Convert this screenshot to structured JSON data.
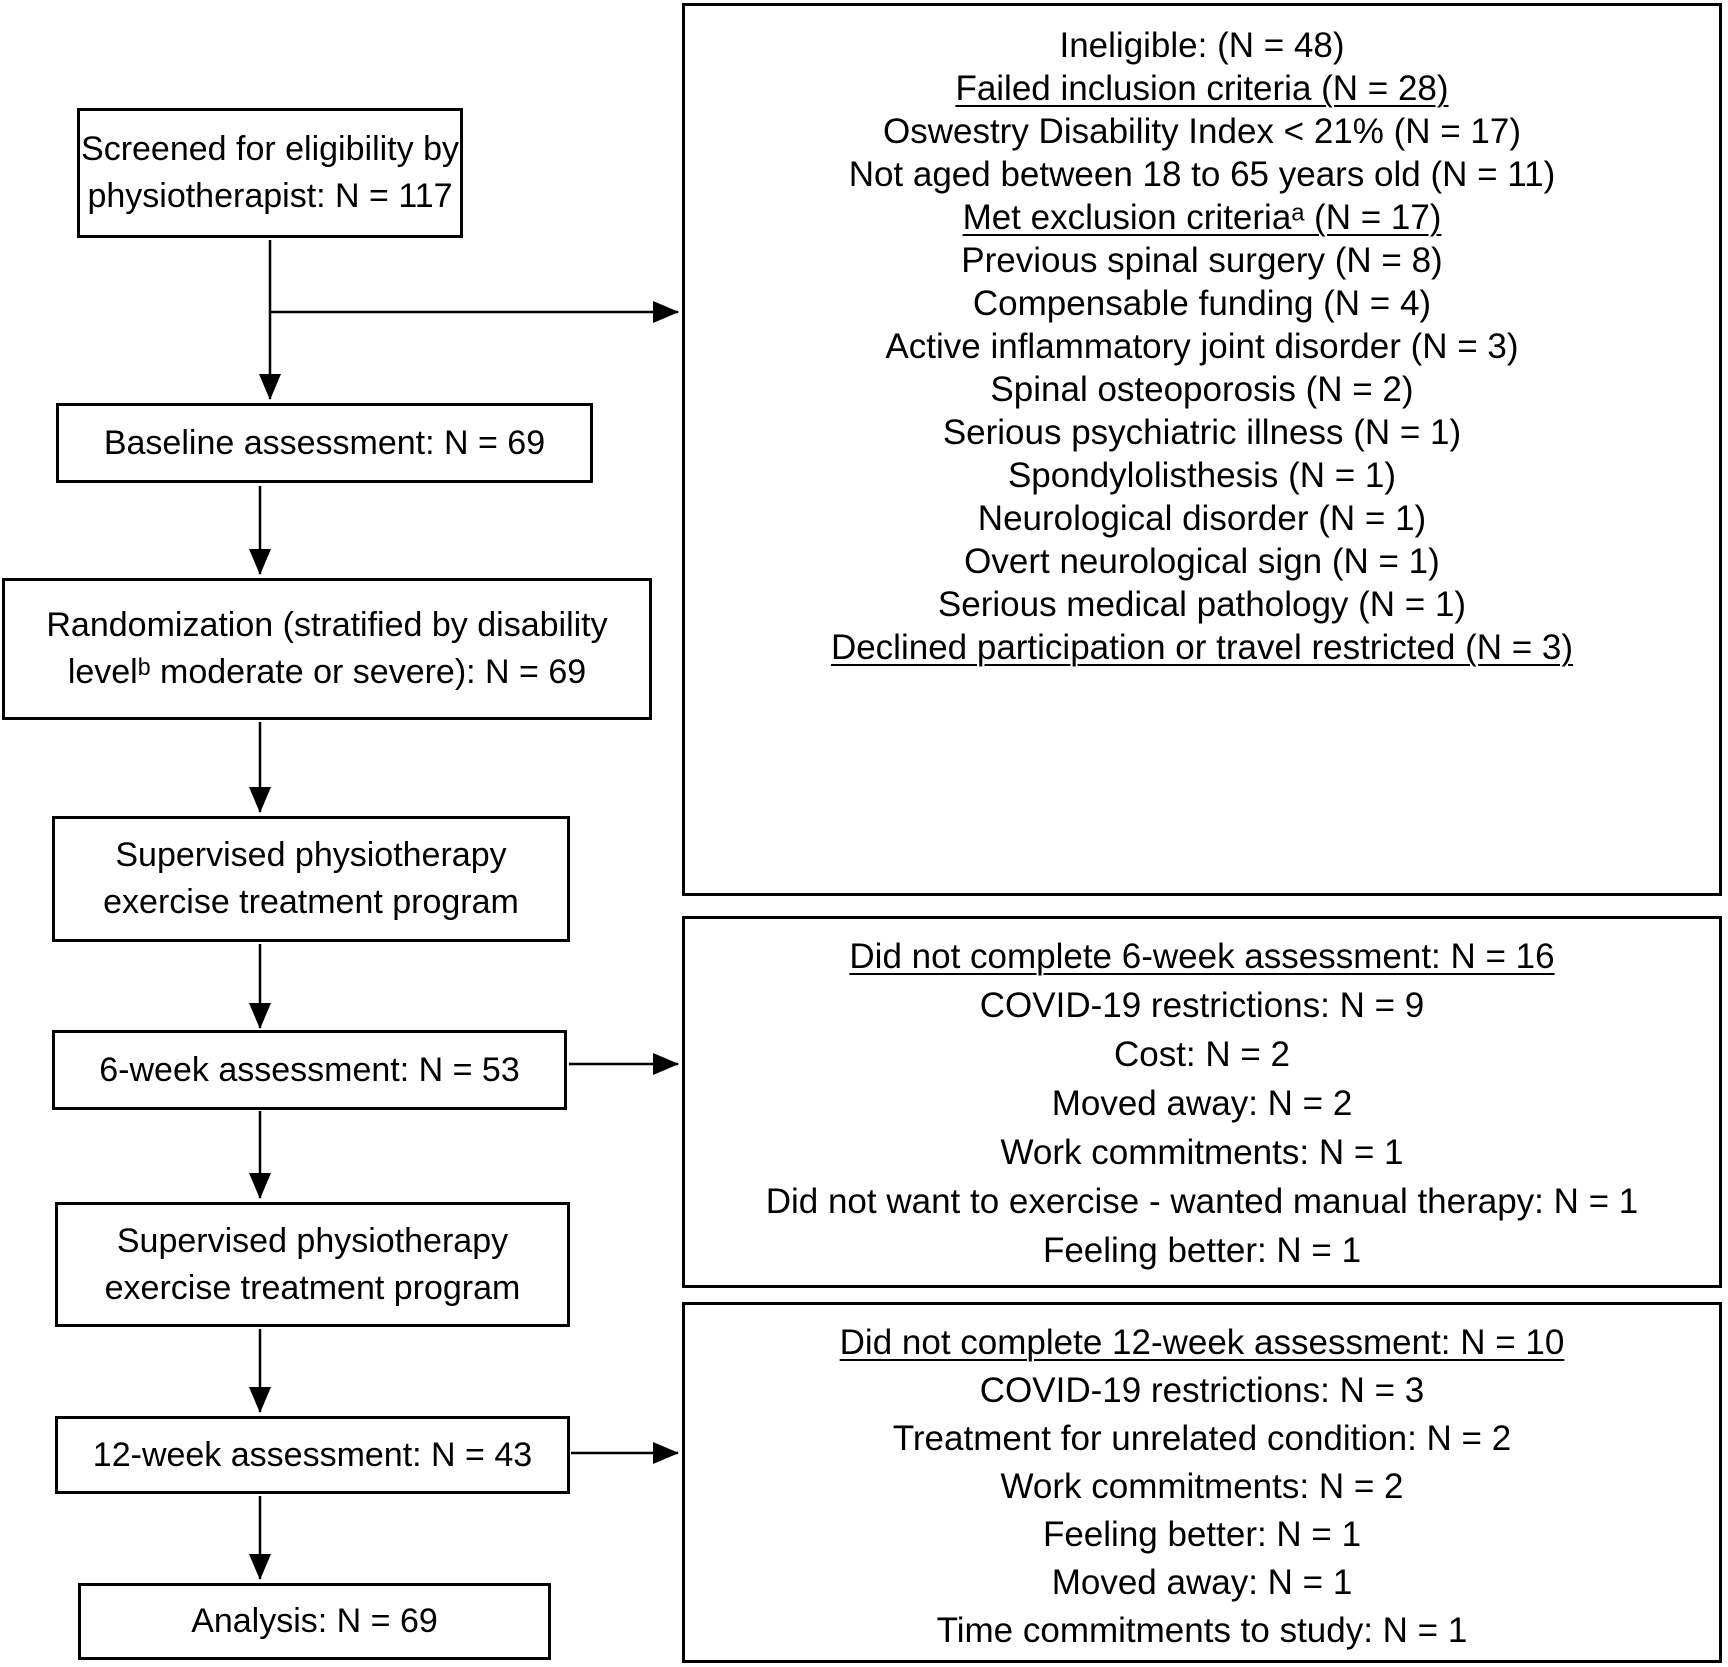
{
  "figure": {
    "type": "participant-flow-diagram",
    "colors": {
      "ink": "#000000",
      "background": "#ffffff"
    },
    "boxes": {
      "screened": {
        "lines": [
          "Screened for eligibility by",
          "physiotherapist: N = 117"
        ]
      },
      "baseline": {
        "lines": [
          "Baseline assessment: N = 69"
        ]
      },
      "randomization": {
        "lines": [
          "Randomization (stratified by disability",
          "levelᵇ moderate or severe): N = 69"
        ]
      },
      "program1": {
        "lines": [
          "Supervised physiotherapy",
          "exercise treatment program"
        ]
      },
      "week6": {
        "lines": [
          "6-week assessment: N = 53"
        ]
      },
      "program2": {
        "lines": [
          "Supervised physiotherapy",
          "exercise treatment program"
        ]
      },
      "week12": {
        "lines": [
          "12-week assessment: N = 43"
        ]
      },
      "analysis": {
        "lines": [
          "Analysis: N = 69"
        ]
      }
    },
    "ineligible": {
      "title": "Ineligible: (N = 48)",
      "failed_inclusion": {
        "heading": "Failed inclusion criteria (N = 28)",
        "items": [
          "Oswestry Disability Index < 21% (N = 17)",
          "Not aged between 18 to 65 years old (N = 11)"
        ]
      },
      "met_exclusion": {
        "heading": "Met exclusion criteriaᵃ (N = 17)",
        "items": [
          "Previous spinal surgery (N = 8)",
          "Compensable funding (N = 4)",
          "Active inflammatory joint disorder (N = 3)",
          "Spinal osteoporosis (N = 2)",
          "Serious psychiatric illness (N = 1)",
          "Spondylolisthesis (N = 1)",
          "Neurological disorder (N = 1)",
          "Overt neurological sign (N = 1)",
          "Serious medical pathology (N = 1)"
        ]
      },
      "declined": "Declined participation or travel restricted (N = 3)"
    },
    "dropout6": {
      "heading": "Did not complete 6-week assessment: N = 16",
      "items": [
        "COVID-19 restrictions: N = 9",
        "Cost: N = 2",
        "Moved away: N = 2",
        "Work commitments: N = 1",
        "Did not want to exercise - wanted manual therapy: N = 1",
        "Feeling better: N = 1"
      ]
    },
    "dropout12": {
      "heading": "Did not complete 12-week assessment: N = 10",
      "items": [
        "COVID-19 restrictions: N = 3",
        "Treatment for unrelated condition: N = 2",
        "Work commitments: N = 2",
        "Feeling better: N = 1",
        "Moved away: N = 1",
        "Time commitments to study: N = 1"
      ]
    }
  }
}
